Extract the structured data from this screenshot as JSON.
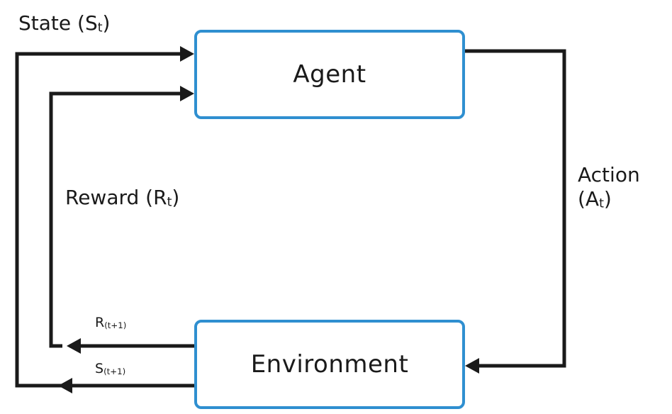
{
  "nodes": {
    "agent": "Agent",
    "environment": "Environment"
  },
  "edges": {
    "state": {
      "text": "State (S",
      "sub": "t",
      "close": ")"
    },
    "reward": {
      "text": "Reward (R",
      "sub": "t",
      "close": ")"
    },
    "action": {
      "line1": "Action",
      "line2_open": "(A",
      "line2_sub": "t",
      "line2_close": ")"
    },
    "next_reward": {
      "text": "R",
      "sub": "(t+1)"
    },
    "next_state": {
      "text": "S",
      "sub": "(t+1)"
    }
  },
  "colors": {
    "box_border": "#2f8fd0",
    "line": "#1a1a1a",
    "text": "#1a1a1a"
  }
}
